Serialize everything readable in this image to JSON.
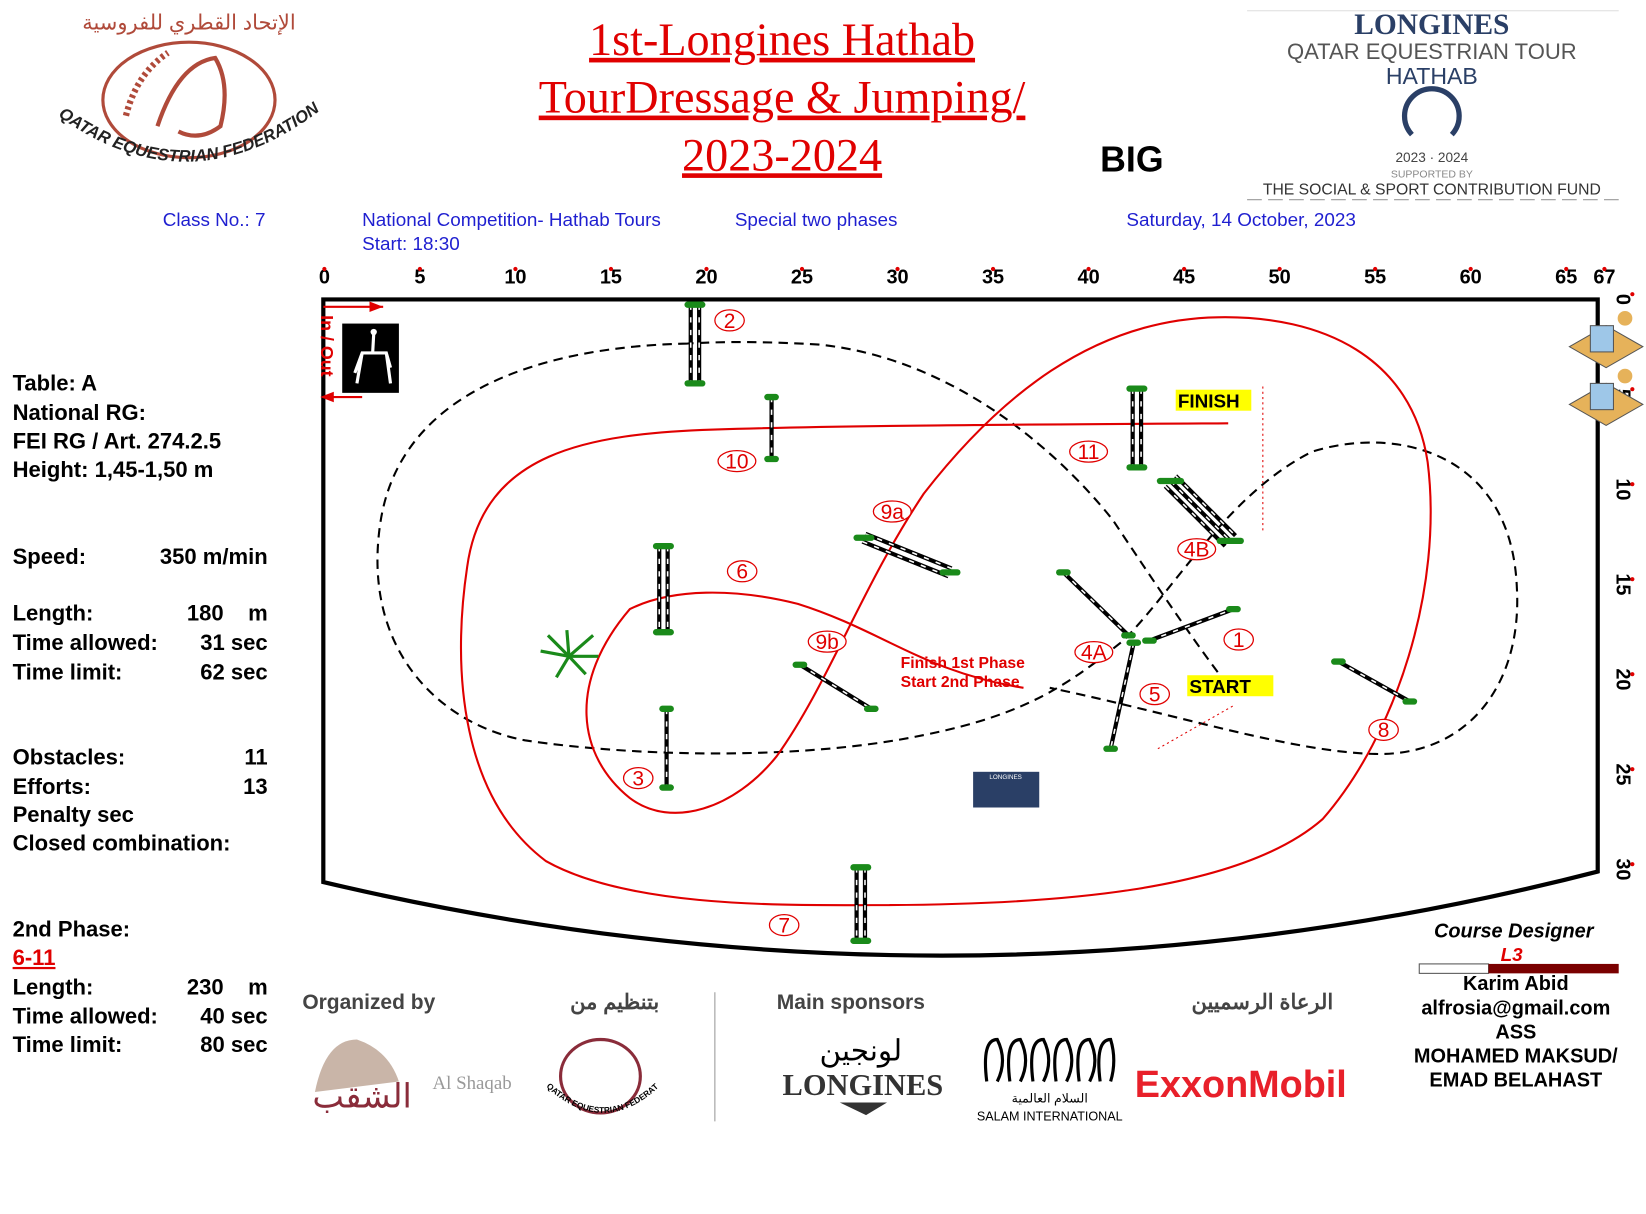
{
  "header": {
    "title_lines": [
      "1st-Longines Hathab",
      "TourDressage & Jumping/",
      "2023-2024"
    ],
    "arena_name": "BIG",
    "federation_logo": {
      "text_en": "QATAR EQUESTRIAN FEDERATION",
      "text_ar": "الإتحاد القطري للفروسية"
    },
    "tour_logo": {
      "brand": "LONGINES",
      "line1": "QATAR EQUESTRIAN TOUR",
      "line2": "HATHAB",
      "years": "2023 · 2024",
      "supported": "SUPPORTED BY",
      "fund": "THE SOCIAL & SPORT CONTRIBUTION FUND"
    }
  },
  "info": {
    "class_no": "Class No.: 7",
    "competition": "National Competition- Hathab Tours",
    "start": "Start: 18:30",
    "type": "Special two phases",
    "date": "Saturday, 14 October, 2023"
  },
  "ruler": {
    "top": [
      "0",
      "5",
      "10",
      "15",
      "20",
      "25",
      "30",
      "35",
      "40",
      "45",
      "50",
      "55",
      "60",
      "65",
      "67"
    ],
    "right": [
      "0",
      "5",
      "10",
      "15",
      "20",
      "25",
      "30"
    ]
  },
  "left_panel": {
    "table": "Table: A",
    "national_rg": "National RG:",
    "fei_rg": "FEI RG / Art. 274.2.5",
    "height": "Height: 1,45-1,50  m",
    "speed_label": "Speed:",
    "speed_value": "350  m/min",
    "length_label": "Length:",
    "length_value": "180    m",
    "time_allowed_label": "Time allowed:",
    "time_allowed_value": "31  sec",
    "time_limit_label": "Time limit:",
    "time_limit_value": "62  sec",
    "obstacles_label": "Obstacles:",
    "obstacles_value": "11",
    "efforts_label": "Efforts:",
    "efforts_value": "13",
    "penalty": "Penalty sec",
    "closed": "Closed combination:",
    "phase2_label": "2nd Phase:",
    "phase2_range": "6-11",
    "p2_length_label": "Length:",
    "p2_length_value": "230    m",
    "p2_time_allowed_label": "Time allowed:",
    "p2_time_allowed_value": "40  sec",
    "p2_time_limit_label": "Time limit:",
    "p2_time_limit_value": "80  sec"
  },
  "course": {
    "in_out": "In / Out",
    "finish": "FINISH",
    "start": "START",
    "phase_note_1": "Finish 1st Phase",
    "phase_note_2": "Start   2nd Phase",
    "obstacles": [
      "1",
      "2",
      "3",
      "4A",
      "4B",
      "5",
      "6",
      "7",
      "8",
      "9a",
      "9b",
      "10",
      "11"
    ],
    "mini_logo": "LONGINES"
  },
  "designer": {
    "title": "Course Designer",
    "level": "L3",
    "name": "Karim Abid",
    "email": "alfrosia@gmail.com",
    "ass_label": "ASS",
    "assistants_1": "MOHAMED MAKSUD/",
    "assistants_2": "EMAD BELAHAST"
  },
  "sponsors": {
    "organized_by": "Organized by",
    "organized_by_ar": "بتنظيم من",
    "main_sponsors": "Main sponsors",
    "main_sponsors_ar": "الرعاة الرسميين",
    "al_shaqab": "Al Shaqab",
    "al_shaqab_ar": "الشقب",
    "qef": "QATAR EQUESTRIAN FEDERATION",
    "longines_ar": "لونجين",
    "longines": "LONGINES",
    "salam": "SALAM INTERNATIONAL",
    "salam_ar": "السلام العالمية",
    "exxon": "ExxonMobil"
  },
  "colors": {
    "route": "#e00000",
    "text_blue": "#1f1fd0",
    "poles": "#000000",
    "flowers": "#1a8a1a",
    "highlight": "#ffff00"
  }
}
